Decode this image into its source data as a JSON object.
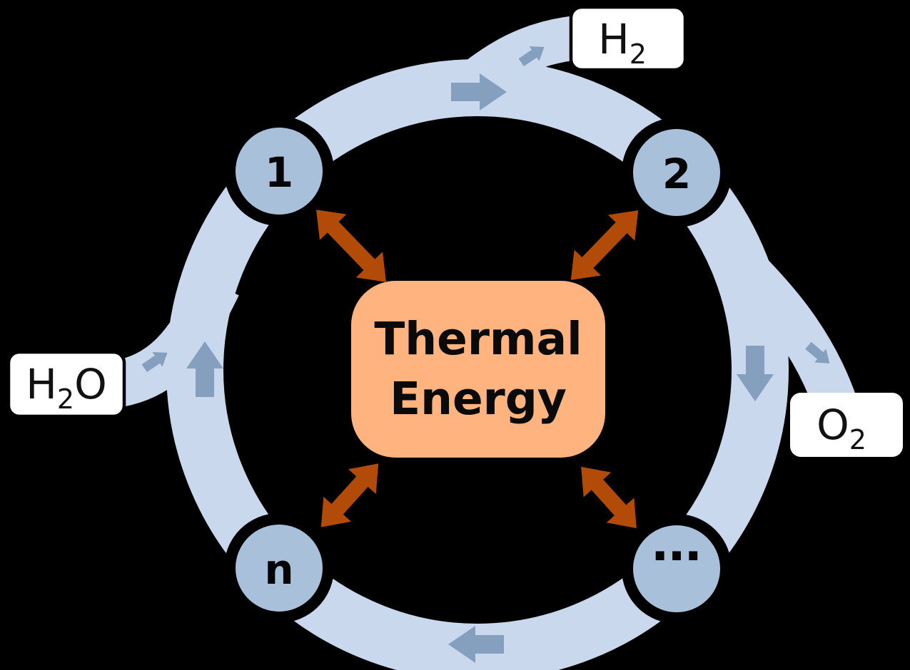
{
  "title": "Thermochemical water-splitting cycle diagram",
  "colors": {
    "background": "#000000",
    "band": "#C9D8EC",
    "flow_arrow": "#84A0BE",
    "node_fill": "#A9C0DB",
    "node_border": "#000000",
    "exchange_arrow": "#B24A08",
    "center_box_fill": "#FFB37E",
    "label_box_fill": "#FFFFFF",
    "label_box_border": "#000000"
  },
  "center_box": {
    "line1": "Thermal",
    "line2": "Energy"
  },
  "cycle_steps": [
    {
      "label": "1"
    },
    {
      "label": "2"
    },
    {
      "label": "..."
    },
    {
      "label": "n"
    }
  ],
  "io_labels": {
    "h2": {
      "base": "H",
      "sub": "2",
      "tail": ""
    },
    "h2o": {
      "base": "H",
      "sub": "2",
      "tail": "O"
    },
    "o2": {
      "base": "O",
      "sub": "2",
      "tail": ""
    }
  }
}
